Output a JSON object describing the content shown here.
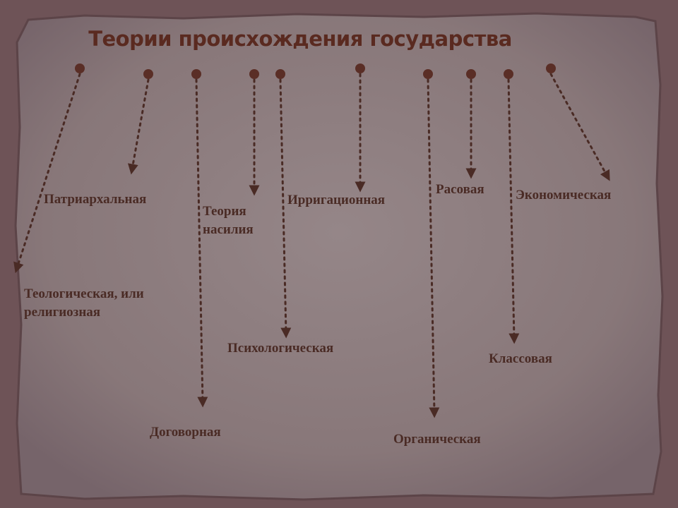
{
  "title": "Теории происхождения государства",
  "colors": {
    "background": "#6e5357",
    "paper": "#8a7a7c",
    "ink": "#4a2b25",
    "title": "#5a2a20"
  },
  "theories": [
    {
      "id": "teologicheskaya",
      "label_line1": "Теологическая, или",
      "label_line2": "религиозная"
    },
    {
      "id": "patriarkhalnaya",
      "label_line1": "Патриархальная"
    },
    {
      "id": "dogovornaya",
      "label_line1": "Договорная"
    },
    {
      "id": "teoriya-nasiliya",
      "label_line1": "Теория",
      "label_line2": "насилия"
    },
    {
      "id": "psikhologicheskaya",
      "label_line1": "Психологическая"
    },
    {
      "id": "irrigatsionnaya",
      "label_line1": "Ирригационная"
    },
    {
      "id": "organicheskaya",
      "label_line1": "Органическая"
    },
    {
      "id": "rasovaya",
      "label_line1": "Расовая"
    },
    {
      "id": "klassovaya",
      "label_line1": "Классовая"
    },
    {
      "id": "ekonomicheskaya",
      "label_line1": "Экономическая"
    }
  ]
}
